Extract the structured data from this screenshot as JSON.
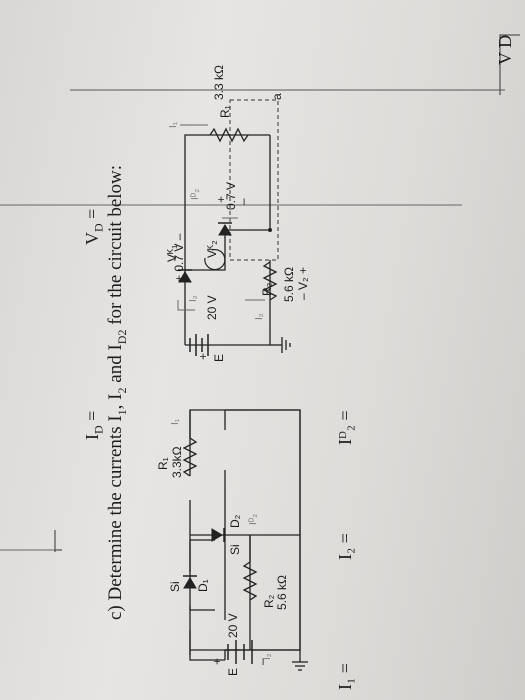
{
  "header": {
    "vd_label": "V D"
  },
  "top_answers": {
    "id_label": "I",
    "id_sub": "D",
    "id_eq": " =",
    "vd_label": "V",
    "vd_sub": "D",
    "vd_eq": " ="
  },
  "question": {
    "prefix": "c) Determine the currents I",
    "s1": "1",
    "mid1": ", I",
    "s2": "2",
    "mid2": " and I",
    "s3": "D2",
    "suffix": " for the circuit below:"
  },
  "bottom_answers": {
    "i1": "I₁ =",
    "i2": "I₂ =",
    "id2": "Iᴰ₂ ="
  },
  "left_circuit": {
    "e_label": "E",
    "e_value": "20 V",
    "plus": "+",
    "minus": "–",
    "d1_mat": "Si",
    "d1_label": "D₁",
    "d2_mat": "Si",
    "d2_label": "D₂",
    "r1_label": "R₁",
    "r1_value": "3.3kΩ",
    "r2_label": "R₂",
    "r2_value": "5.6 kΩ",
    "i1": "I₁",
    "i2": "I₂",
    "id2": "Iᴰ₂"
  },
  "right_circuit": {
    "e_label": "E",
    "e_value": "20 V",
    "plus": "+",
    "vk1_label": "Vᴷ₁",
    "vk1_value": "+ 0.7 V –",
    "vk2_label": "Vᴷ₂",
    "vk2_value": "0.7 V",
    "vk2_plus": "+",
    "vk2_minus": "–",
    "r1_label": "R₁",
    "r1_value": "3.3 kΩ",
    "r2_label": "R₂",
    "r2_value": "5.6 kΩ",
    "v2_label": "–  V₂  +",
    "i1": "I₁",
    "i2": "I₂",
    "id2": "Iᴰ₂",
    "node_a": "a"
  }
}
